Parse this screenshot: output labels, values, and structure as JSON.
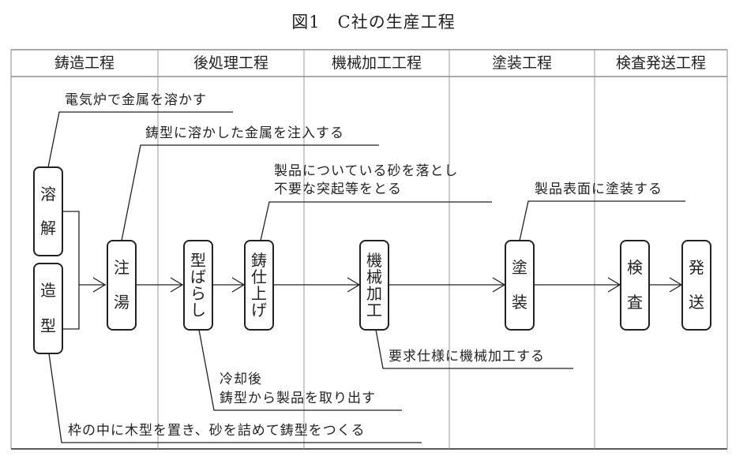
{
  "title": "図1　C社の生産工程",
  "columns": [
    {
      "label": "鋳造工程"
    },
    {
      "label": "後処理工程"
    },
    {
      "label": "機械加工工程"
    },
    {
      "label": "塗装工程"
    },
    {
      "label": "検査発送工程"
    }
  ],
  "steps": {
    "melting": {
      "chars": [
        "溶",
        "解"
      ]
    },
    "molding": {
      "chars": [
        "造",
        "型"
      ]
    },
    "pouring": {
      "chars": [
        "注",
        "湯"
      ]
    },
    "shakeout": {
      "chars": [
        "型",
        "ば",
        "ら",
        "し"
      ]
    },
    "fettling": {
      "chars": [
        "鋳",
        "仕",
        "上",
        "げ"
      ]
    },
    "machining": {
      "chars": [
        "機",
        "械",
        "加",
        "工"
      ]
    },
    "painting": {
      "chars": [
        "塗",
        "装"
      ]
    },
    "inspection": {
      "chars": [
        "検",
        "査"
      ]
    },
    "shipping": {
      "chars": [
        "発",
        "送"
      ]
    }
  },
  "notes": {
    "melting": "電気炉で金属を溶かす",
    "pouring": "鋳型に溶かした金属を注入する",
    "fettling_line1": "製品についている砂を落とし",
    "fettling_line2": "不要な突起等をとる",
    "painting": "製品表面に塗装する",
    "machining": "要求仕様に機械加工する",
    "shakeout_line1": "冷却後",
    "shakeout_line2": "鋳型から製品を取り出す",
    "molding": "枠の中に木型を置き、砂を詰めて鋳型をつくる"
  }
}
